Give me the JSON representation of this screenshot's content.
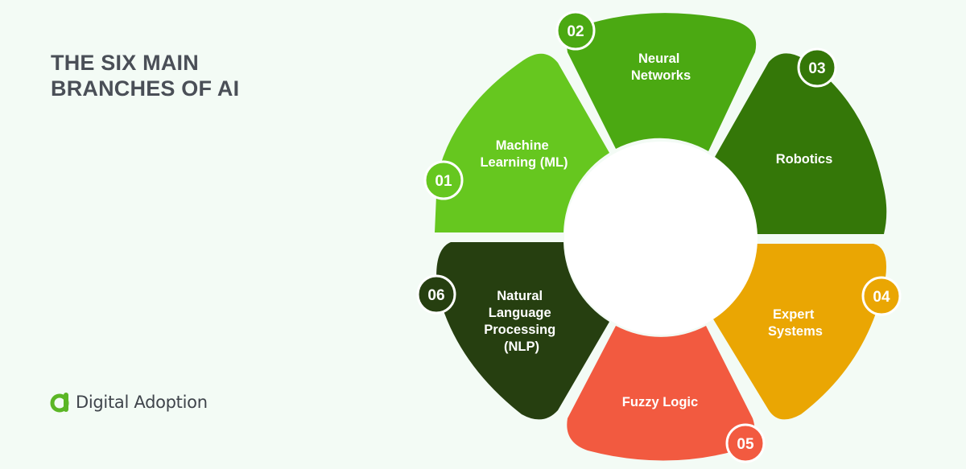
{
  "title": {
    "line1": "THE SIX MAIN",
    "line2": "BRANCHES OF AI"
  },
  "branches": [
    {
      "number": "01",
      "lines": [
        "Machine",
        "Learning (ML)"
      ],
      "color": "#66c71f"
    },
    {
      "number": "02",
      "lines": [
        "Neural",
        "Networks"
      ],
      "color": "#4ba912"
    },
    {
      "number": "03",
      "lines": [
        "Robotics"
      ],
      "color": "#347708"
    },
    {
      "number": "04",
      "lines": [
        "Expert",
        "Systems"
      ],
      "color": "#eaa603"
    },
    {
      "number": "05",
      "lines": [
        "Fuzzy Logic"
      ],
      "color": "#f25a40"
    },
    {
      "number": "06",
      "lines": [
        "Natural",
        "Language",
        "Processing",
        "(NLP)"
      ],
      "color": "#263f10"
    }
  ],
  "logo": {
    "icon": "digital-adoption-logo-icon",
    "text": "Digital Adoption",
    "color": "#5bb625"
  },
  "colors": {
    "background": "#f3fbf5",
    "center": "#ffffff",
    "title": "#4a4f57"
  }
}
